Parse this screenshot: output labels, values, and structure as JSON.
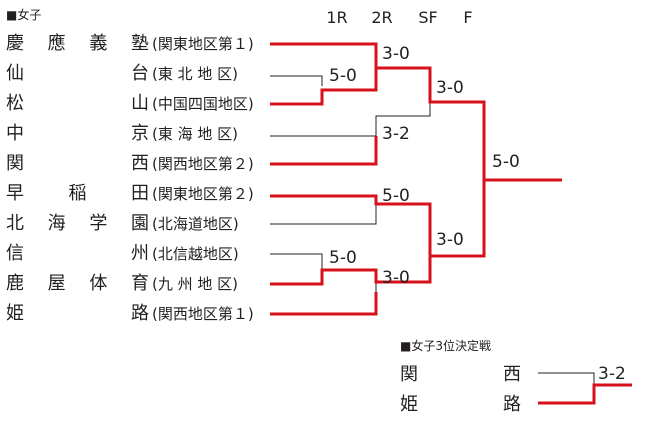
{
  "title": "■女子",
  "rounds": [
    "1R",
    "2R",
    "SF",
    "F"
  ],
  "teams": [
    {
      "name": "慶應義塾",
      "chars": [
        "慶",
        "應",
        "義",
        "塾"
      ],
      "region": "(関東地区第１)"
    },
    {
      "name": "仙台",
      "chars": [
        "仙",
        "台"
      ],
      "region": "(東 北 地 区)"
    },
    {
      "name": "松山",
      "chars": [
        "松",
        "山"
      ],
      "region": "(中国四国地区)"
    },
    {
      "name": "中京",
      "chars": [
        "中",
        "京"
      ],
      "region": "(東 海 地 区)"
    },
    {
      "name": "関西",
      "chars": [
        "関",
        "西"
      ],
      "region": "(関西地区第２)"
    },
    {
      "name": "早稲田",
      "chars": [
        "早",
        "稲",
        "田"
      ],
      "region": "(関東地区第２)"
    },
    {
      "name": "北海学園",
      "chars": [
        "北",
        "海",
        "学",
        "園"
      ],
      "region": "(北海道地区)"
    },
    {
      "name": "信州",
      "chars": [
        "信",
        "州"
      ],
      "region": "(北信越地区)"
    },
    {
      "name": "鹿屋体育",
      "chars": [
        "鹿",
        "屋",
        "体",
        "育"
      ],
      "region": "(九 州 地 区)"
    },
    {
      "name": "姫路",
      "chars": [
        "姫",
        "路"
      ],
      "region": "(関西地区第１)"
    }
  ],
  "scores": {
    "r1_top": "5-0",
    "r1_bottom": "5-0",
    "r2_a": "3-0",
    "r2_b": "3-2",
    "r2_c": "5-0",
    "r2_d": "3-0",
    "sf_top": "3-0",
    "sf_bottom": "3-0",
    "final": "5-0"
  },
  "third_place": {
    "title": "■女子3位決定戦",
    "teams": [
      {
        "name": "関西",
        "chars": [
          "関",
          "西"
        ]
      },
      {
        "name": "姫路",
        "chars": [
          "姫",
          "路"
        ]
      }
    ],
    "score": "3-2"
  },
  "colors": {
    "winner": "#d7101c",
    "loser": "#231f20",
    "text": "#231f20"
  }
}
